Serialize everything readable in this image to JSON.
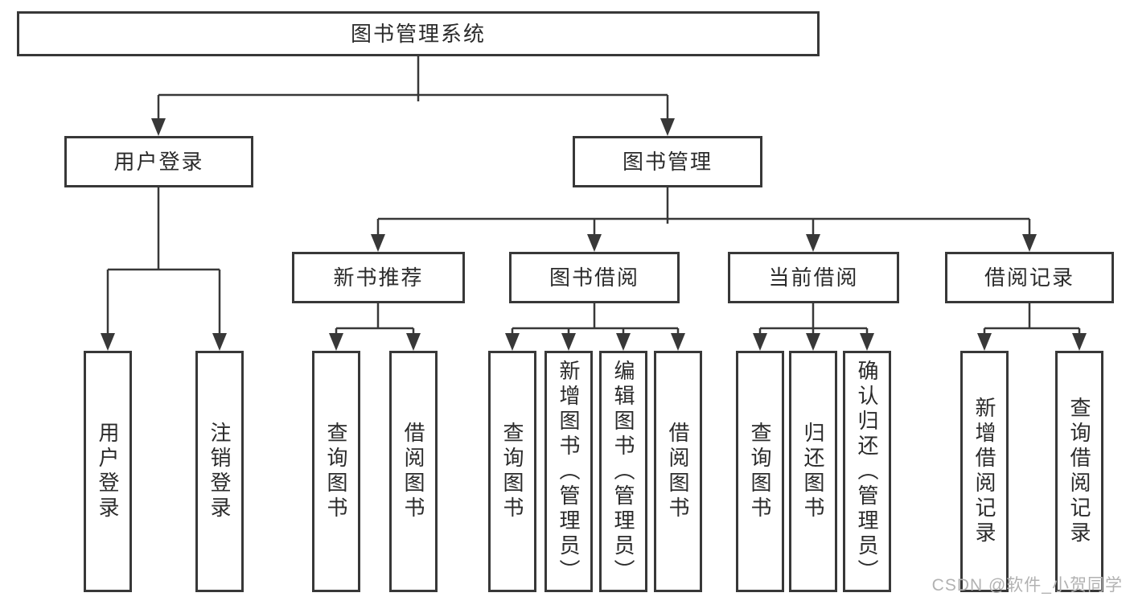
{
  "colors": {
    "line": "#383838",
    "box_border": "#383838",
    "text": "#2b2b2b",
    "watermark": "#b2b2b2",
    "background": "#ffffff"
  },
  "diagram": {
    "root": "图书管理系统",
    "level2": [
      "用户登录",
      "图书管理"
    ],
    "level3": [
      "新书推荐",
      "图书借阅",
      "当前借阅",
      "借阅记录"
    ],
    "leaves": {
      "user_login": [
        "用户登录",
        "注销登录"
      ],
      "new_book_recommend": [
        "查询图书",
        "借阅图书"
      ],
      "book_borrow": [
        "查询图书",
        "新增图书（管理员）",
        "编辑图书（管理员）",
        "借阅图书"
      ],
      "current_borrow": [
        "查询图书",
        "归还图书",
        "确认归还（管理员）"
      ],
      "borrow_records": [
        "新增借阅记录",
        "查询借阅记录"
      ]
    }
  },
  "watermark": "CSDN @软件_小贺同学"
}
